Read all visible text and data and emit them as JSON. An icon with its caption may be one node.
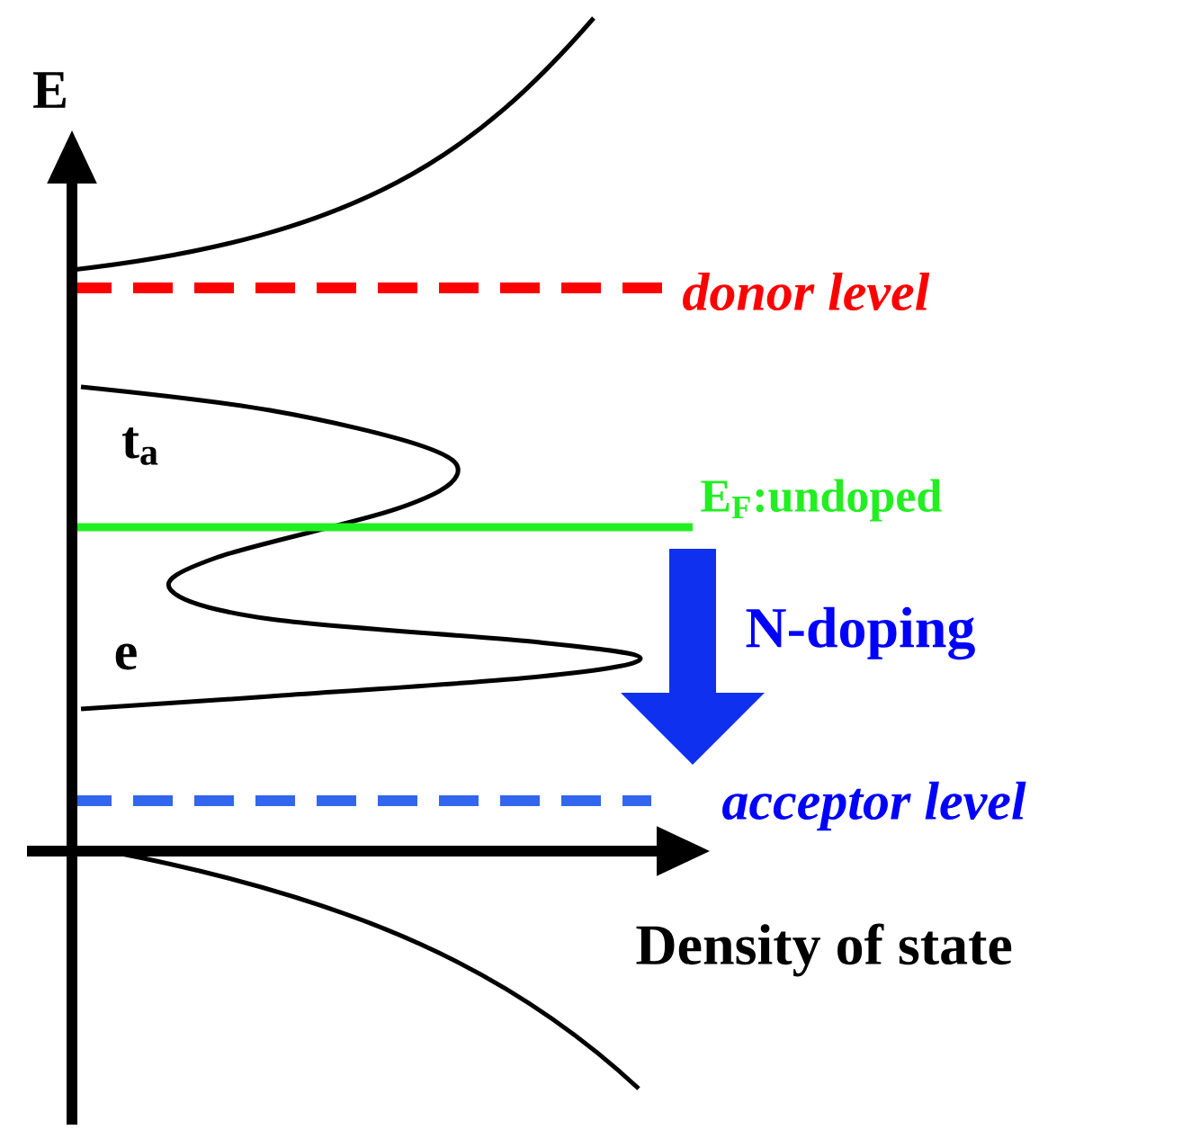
{
  "diagram": {
    "labels": [
      "E",
      "donor level",
      "t$_{a}$",
      "E$_{F}$:undoped",
      "e",
      "N-doping",
      "acceptor level",
      "Density of state"
    ]
  }
}
